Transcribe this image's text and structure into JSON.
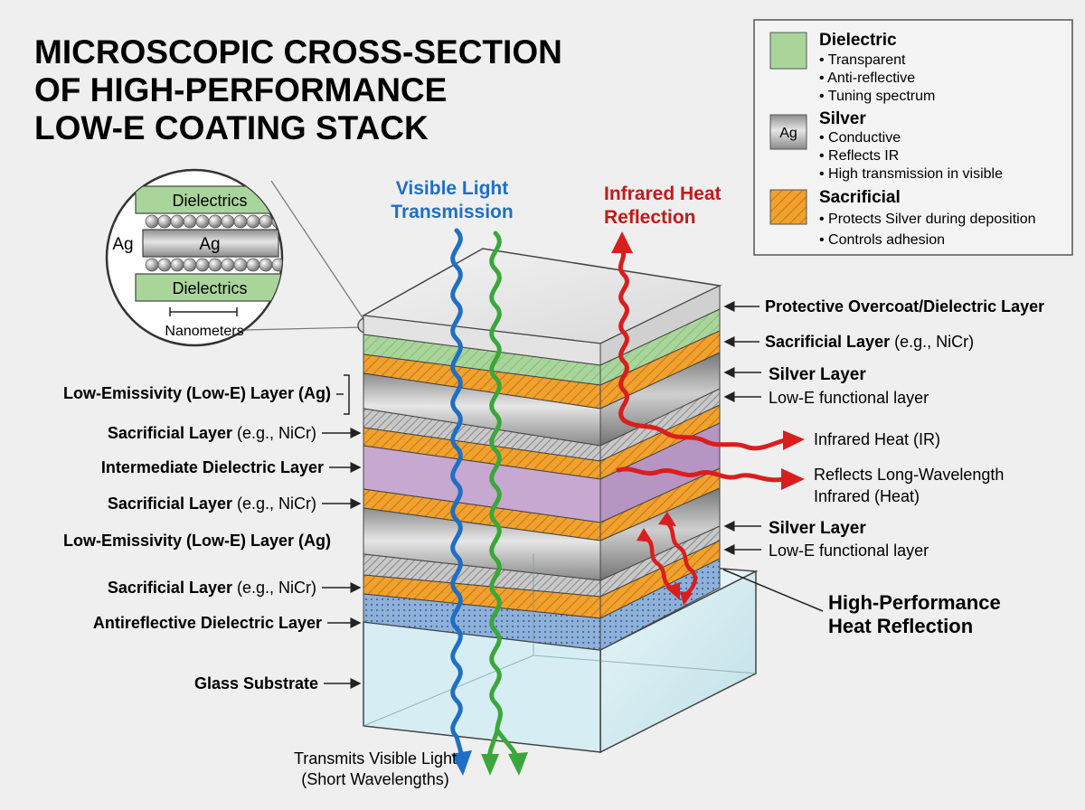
{
  "title": {
    "line1": "MICROSCOPIC CROSS-SECTION",
    "line2": "OF HIGH-PERFORMANCE",
    "line3": "LOW-E COATING STACK"
  },
  "legend": {
    "dielectric": {
      "title": "Dielectric",
      "items": [
        "• Transparent",
        "• Anti-reflective",
        "• Tuning spectrum"
      ]
    },
    "silver": {
      "title": "Silver",
      "swatch_text": "Ag",
      "items": [
        "• Conductive",
        "• Reflects IR",
        "• High transmission in visible"
      ]
    },
    "sacrificial": {
      "title": "Sacrificial",
      "items": [
        "• Protects Silver during deposition",
        "• Controls adhesion"
      ]
    }
  },
  "inset": {
    "top": "Dielectrics",
    "bottom": "Dielectrics",
    "center": "Ag",
    "side": "Ag",
    "scale": "Nanometers"
  },
  "beams": {
    "visible": {
      "line1": "Visible Light",
      "line2": "Transmission"
    },
    "infrared": {
      "line1": "Infrared Heat",
      "line2": "Reflection"
    },
    "transmits": {
      "line1": "Transmits Visible Light",
      "line2": "(Short Wavelengths)"
    }
  },
  "left_labels": {
    "lowe1": "Low-Emissivity (Low-E) Layer (Ag)",
    "sac1_bold": "Sacrificial Layer",
    "sac1_rest": " (e.g., NiCr)",
    "intermediate": "Intermediate Dielectric Layer",
    "sac2_bold": "Sacrificial Layer",
    "sac2_rest": " (e.g., NiCr)",
    "lowe2": "Low-Emissivity (Low-E) Layer (Ag)",
    "sac3_bold": "Sacrificial Layer",
    "sac3_rest": " (e.g., NiCr)",
    "antireflective": "Antireflective Dielectric Layer",
    "glass": "Glass Substrate"
  },
  "right_labels": {
    "overcoat": "Protective Overcoat/Dielectric Layer",
    "sac_bold": "Sacrificial Layer",
    "sac_rest": " (e.g., NiCr)",
    "silver1": "Silver Layer",
    "lowe_func1": "Low-E functional layer",
    "ir": "Infrared Heat (IR)",
    "reflects1": "Reflects Long-Wavelength",
    "reflects2": "Infrared (Heat)",
    "silver2": "Silver Layer",
    "lowe_func2": "Low-E functional layer",
    "hp1": "High-Performance",
    "hp2": "Heat Reflection"
  },
  "colors": {
    "dielectric": "#a9d59b",
    "silver": "#a9a9a9",
    "sacrificial": "#f0a12e",
    "intermediate": "#c6a8d0",
    "antireflective": "#8fb1d9",
    "glass": "#d6eef3",
    "visible_beam": "#1f6fc4",
    "green_beam": "#3aa73a",
    "ir_beam": "#d91e1e"
  }
}
